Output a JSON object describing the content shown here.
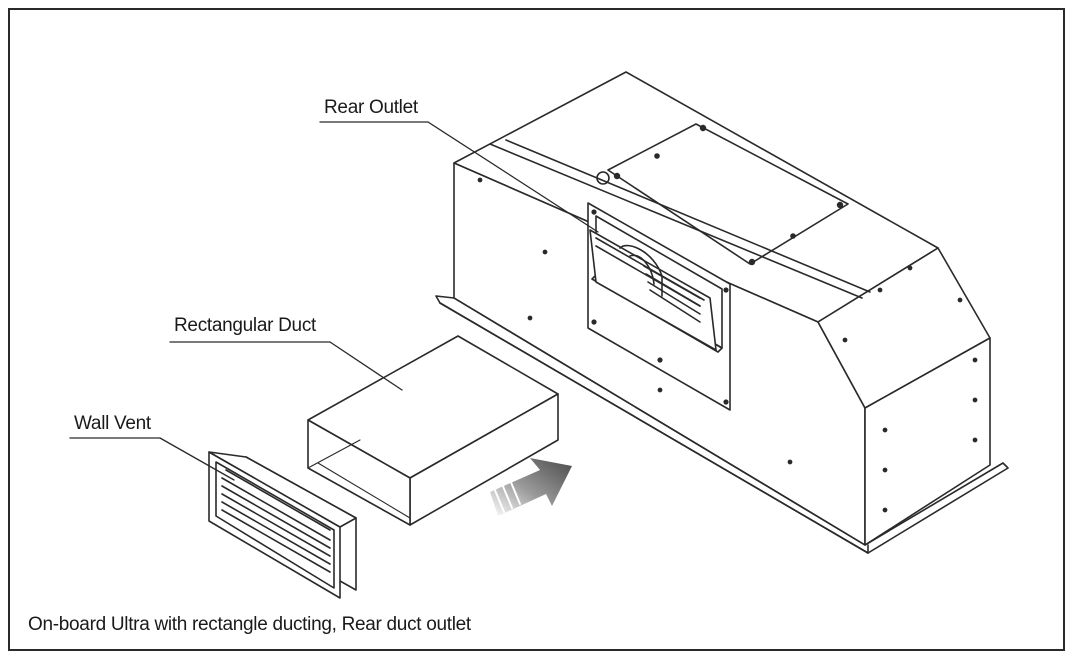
{
  "labels": {
    "rear_outlet": "Rear Outlet",
    "rectangular_duct": "Rectangular Duct",
    "wall_vent": "Wall Vent"
  },
  "caption": "On-board Ultra with rectangle ducting, Rear duct outlet",
  "colors": {
    "line": "#2a2a2a",
    "arrow": "#555555"
  }
}
